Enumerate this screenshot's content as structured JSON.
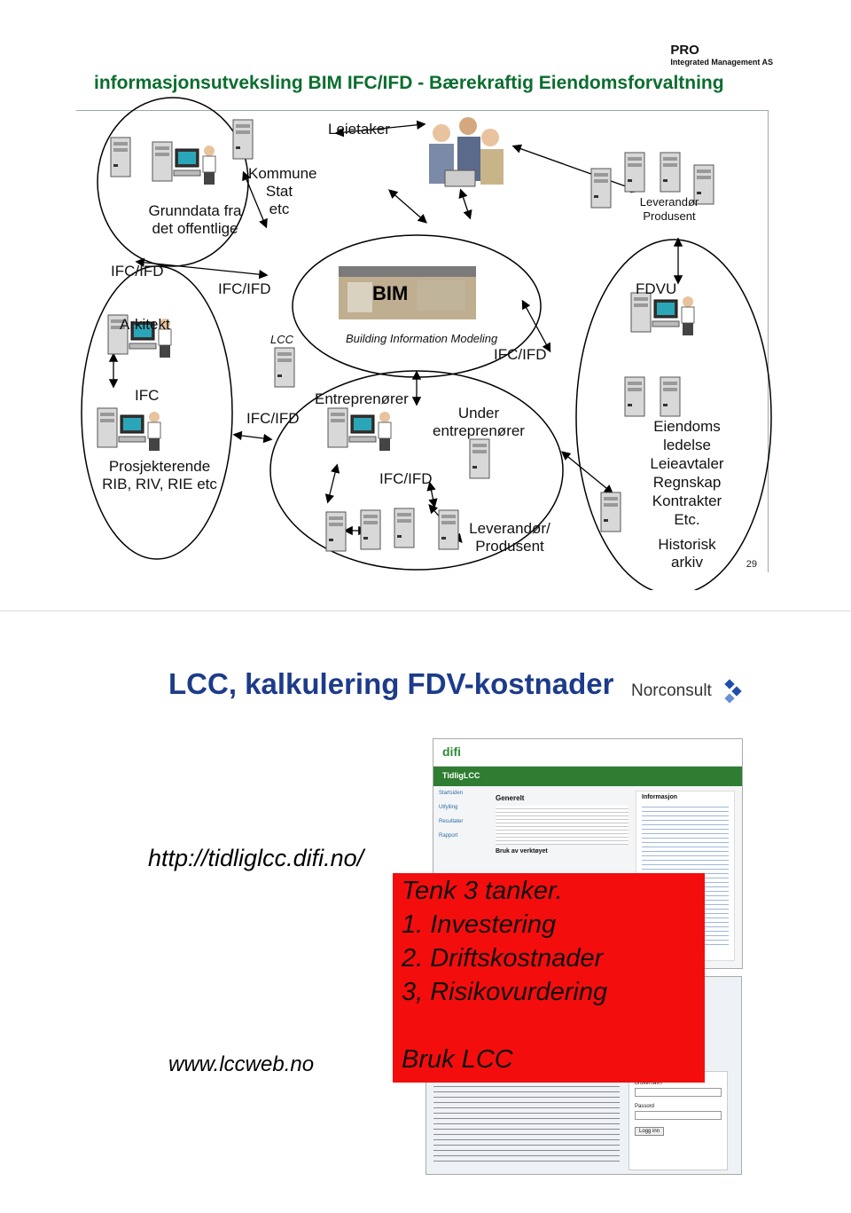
{
  "slide1": {
    "title": "informasjonsutveksling BIM IFC/IFD - Bærekraftig Eiendomsforvaltning",
    "logo_line1": "PRO",
    "logo_line2": "Integrated Management AS",
    "labels": {
      "leietaker": "Leietaker",
      "kommune_1": "Kommune",
      "kommune_2": "Stat",
      "kommune_3": "etc",
      "grunndata_1": "Grunndata fra",
      "grunndata_2": "det offentlige",
      "leverandor_top_1": "Leverandør",
      "leverandor_top_2": "Produsent",
      "ifc_ifd_1": "IFC/IFD",
      "ifc_ifd_2": "IFC/IFD",
      "fdvu": "FDVU",
      "arkitekt": "Arkitekt",
      "lcc": "LCC",
      "bim": "BIM",
      "bim_caption": "Building Information Modeling",
      "ifc_ifd_3": "IFC/IFD",
      "ifc": "IFC",
      "entreprenorer": "Entreprenører",
      "ifc_ifd_4": "IFC/IFD",
      "under_1": "Under",
      "under_2": "entreprenører",
      "prosj_1": "Prosjekterende",
      "prosj_2": "RIB, RIV, RIE etc",
      "ifc_ifd_5": "IFC/IFD",
      "lev_bottom_1": "Leverandør/",
      "lev_bottom_2": "Produsent",
      "eiendoms_1": "Eiendoms",
      "eiendoms_2": "ledelse",
      "eiendoms_3": "Leieavtaler",
      "eiendoms_4": "Regnskap",
      "eiendoms_5": "Kontrakter",
      "eiendoms_6": "Etc.",
      "historisk_1": "Historisk",
      "historisk_2": "arkiv"
    },
    "page_number": "29"
  },
  "slide2": {
    "title": "LCC, kalkulering FDV-kostnader",
    "logo": "Norconsult",
    "url_tidliglcc": "http://tidliglcc.difi.no/",
    "url_lccweb": "www.lccweb.no",
    "red_lines": [
      "Tenk 3 tanker.",
      "1. Investering",
      "2. Driftskostnader",
      "3, Risikovurdering"
    ],
    "red_action": "Bruk LCC",
    "screenshot_difi": {
      "brand": "difi",
      "app_name": "TidligLCC",
      "section": "Generelt",
      "sidebar": [
        "Startsiden",
        "Utfylling",
        "Resultater",
        "Rapport"
      ],
      "tool_heading": "Bruk av verktøyet",
      "info_heading": "Informasjon"
    },
    "screenshot_lccweb": {
      "login_user": "Brukernavn",
      "login_pass": "Passord",
      "login_button": "Logg inn"
    }
  },
  "colors": {
    "title1": "#0b6d2e",
    "title2": "#1d3b8a",
    "redbox": "#f40d0d"
  }
}
